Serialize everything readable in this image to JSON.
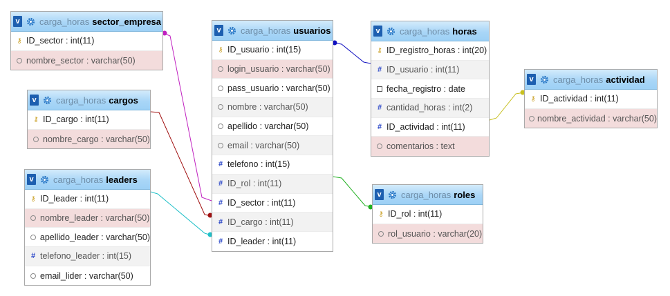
{
  "colors": {
    "header_gradient_top": "#d3ebfb",
    "header_gradient_bottom": "#9dd0f5",
    "fk_row": "#f3dcdc",
    "alt_row": "#f2f2f2",
    "link_sector": "#c020c0",
    "link_cargo": "#a01010",
    "link_leader": "#20c0c8",
    "link_horas": "#1010c0",
    "link_actividad": "#c8c020",
    "link_roles": "#20b020"
  },
  "tables": {
    "sector_empresa": {
      "db": "carga_horas",
      "name": "sector_empresa",
      "columns": [
        {
          "label": "ID_sector : int(11)",
          "icon": "key-icon"
        },
        {
          "label": "nombre_sector : varchar(50)",
          "icon": "circle-icon"
        }
      ]
    },
    "cargos": {
      "db": "carga_horas",
      "name": "cargos",
      "columns": [
        {
          "label": "ID_cargo : int(11)",
          "icon": "key-icon"
        },
        {
          "label": "nombre_cargo : varchar(50)",
          "icon": "circle-icon"
        }
      ]
    },
    "leaders": {
      "db": "carga_horas",
      "name": "leaders",
      "columns": [
        {
          "label": "ID_leader : int(11)",
          "icon": "key-icon"
        },
        {
          "label": "nombre_leader : varchar(50)",
          "icon": "circle-icon"
        },
        {
          "label": "apellido_leader : varchar(50)",
          "icon": "circle-icon"
        },
        {
          "label": "telefono_leader : int(15)",
          "icon": "hash-icon"
        },
        {
          "label": "email_lider : varchar(50)",
          "icon": "circle-icon"
        }
      ]
    },
    "usuarios": {
      "db": "carga_horas",
      "name": "usuarios",
      "columns": [
        {
          "label": "ID_usuario : int(15)",
          "icon": "key-icon"
        },
        {
          "label": "login_usuario : varchar(50)",
          "icon": "circle-icon"
        },
        {
          "label": "pass_usuario : varchar(50)",
          "icon": "circle-icon"
        },
        {
          "label": "nombre : varchar(50)",
          "icon": "circle-icon"
        },
        {
          "label": "apellido : varchar(50)",
          "icon": "circle-icon"
        },
        {
          "label": "email : varchar(50)",
          "icon": "circle-icon"
        },
        {
          "label": "telefono : int(15)",
          "icon": "hash-icon"
        },
        {
          "label": "ID_rol : int(11)",
          "icon": "hash-icon"
        },
        {
          "label": "ID_sector : int(11)",
          "icon": "hash-icon"
        },
        {
          "label": "ID_cargo : int(11)",
          "icon": "hash-icon"
        },
        {
          "label": "ID_leader : int(11)",
          "icon": "hash-icon"
        }
      ]
    },
    "horas": {
      "db": "carga_horas",
      "name": "horas",
      "columns": [
        {
          "label": "ID_registro_horas : int(20)",
          "icon": "key-icon"
        },
        {
          "label": "ID_usuario : int(11)",
          "icon": "hash-icon"
        },
        {
          "label": "fecha_registro : date",
          "icon": "date-icon"
        },
        {
          "label": "cantidad_horas : int(2)",
          "icon": "hash-icon"
        },
        {
          "label": "ID_actividad : int(11)",
          "icon": "hash-icon"
        },
        {
          "label": "comentarios : text",
          "icon": "circle-icon"
        }
      ]
    },
    "actividad": {
      "db": "carga_horas",
      "name": "actividad",
      "columns": [
        {
          "label": "ID_actividad : int(11)",
          "icon": "key-icon"
        },
        {
          "label": "nombre_actividad : varchar(50)",
          "icon": "circle-icon"
        }
      ]
    },
    "roles": {
      "db": "carga_horas",
      "name": "roles",
      "columns": [
        {
          "label": "ID_rol : int(11)",
          "icon": "key-icon"
        },
        {
          "label": "rol_usuario : varchar(20)",
          "icon": "circle-icon"
        }
      ]
    }
  }
}
